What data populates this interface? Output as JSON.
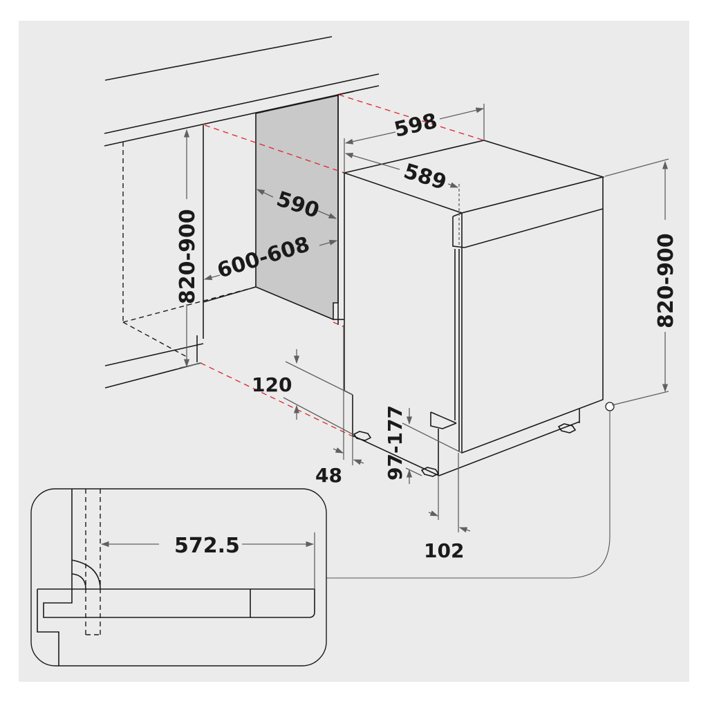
{
  "diagram": {
    "subject": "built-in dishwasher installation dimensions",
    "unit": "mm",
    "colors": {
      "background": "#ebebeb",
      "outer": "#ffffff",
      "line": "#1a1a1a",
      "dimension_line": "#606060",
      "niche_panel": "#c9c9c9",
      "alignment_dash": "#e0202a"
    },
    "dimensions": {
      "niche_height": "820-900",
      "niche_width": "600-608",
      "niche_depth": "590",
      "appliance_width": "598",
      "appliance_depth": "589",
      "appliance_height": "820-900",
      "plinth_height": "120",
      "plinth_setback": "48",
      "foot_height": "97-177",
      "door_offset": "102",
      "detail_door_width": "572.5"
    }
  }
}
